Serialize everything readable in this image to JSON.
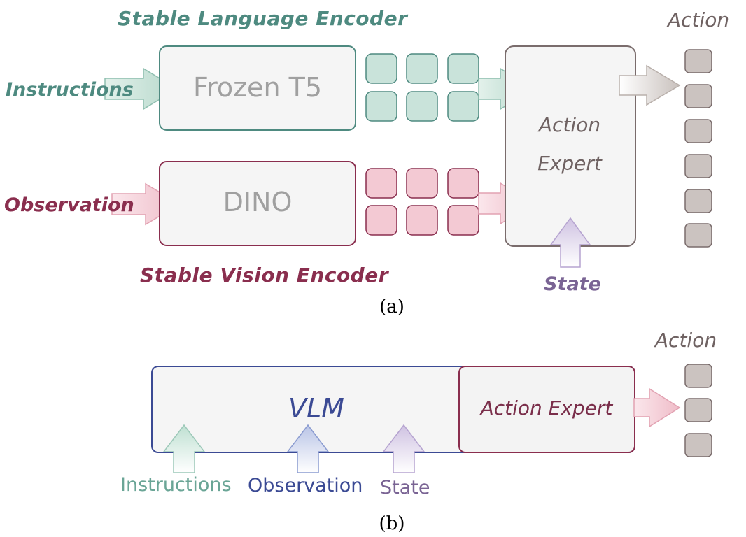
{
  "panel_a": {
    "language_encoder_title": "Stable Language Encoder",
    "vision_encoder_title": "Stable Vision Encoder",
    "instructions_label": "Instructions",
    "observation_label": "Observation",
    "language_model": "Frozen T5",
    "vision_model": "DINO",
    "action_expert_line1": "Action",
    "action_expert_line2": "Expert",
    "state_label": "State",
    "action_label": "Action",
    "caption": "(a)",
    "language_token_count": 6,
    "vision_token_count": 6,
    "action_token_count": 6
  },
  "panel_b": {
    "vlm_label": "VLM",
    "action_expert_label": "Action Expert",
    "instructions_label": "Instructions",
    "observation_label": "Observation",
    "state_label": "State",
    "action_label": "Action",
    "caption": "(b)",
    "action_token_count": 3
  },
  "colors": {
    "language": "#4e8a80",
    "language_fill": "#c9e3da",
    "vision": "#8a2e4e",
    "vision_fill": "#f3c9d3",
    "action": "#7a6c6c",
    "action_fill": "#cbc3c0",
    "state": "#7a6494",
    "vlm": "#3b4a94",
    "box_fill": "#f5f5f5"
  }
}
